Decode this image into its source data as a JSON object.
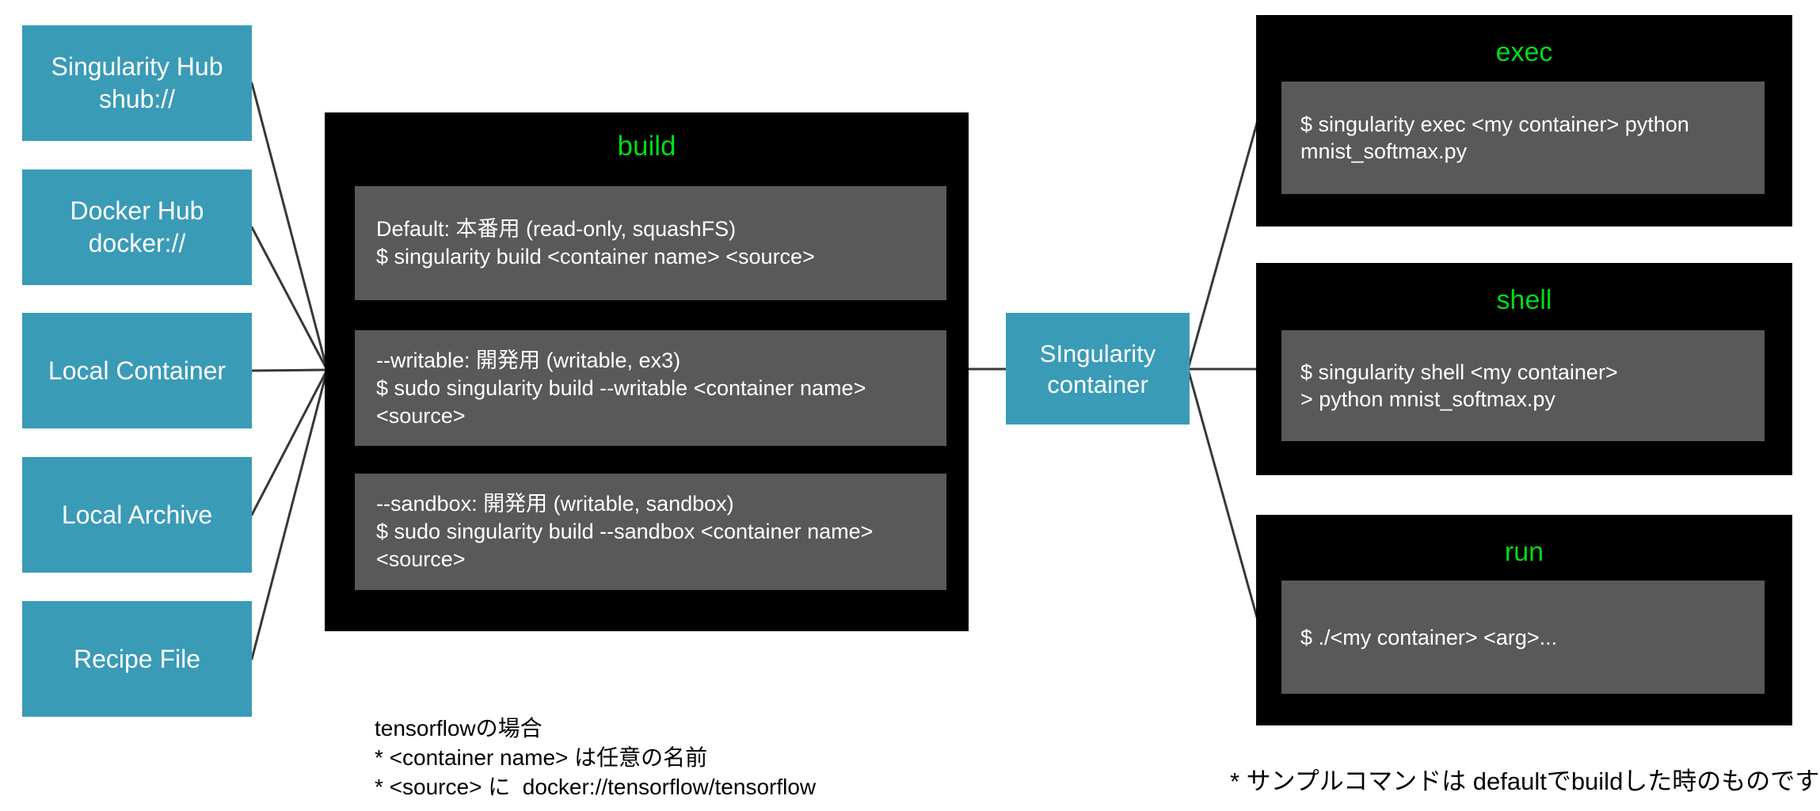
{
  "colors": {
    "background": "#ffffff",
    "node_teal": "#3A9BB7",
    "title_green": "#00DC18",
    "box_black": "#000000",
    "panel_gray": "#595959",
    "text_white": "#ffffff",
    "note_black": "#000000",
    "connector_line": "#383838"
  },
  "sources": [
    {
      "label": "Singularity Hub\nshub://"
    },
    {
      "label": "Docker Hub\ndocker://"
    },
    {
      "label": "Local Container"
    },
    {
      "label": "Local Archive"
    },
    {
      "label": "Recipe File"
    }
  ],
  "build": {
    "title": "build",
    "panels": [
      {
        "text": "Default: 本番用 (read-only, squashFS)\n$ singularity build <container name> <source>"
      },
      {
        "text": "--writable: 開発用 (writable, ex3)\n$ sudo singularity build --writable <container name>\n<source>"
      },
      {
        "text": "--sandbox: 開発用 (writable, sandbox)\n$ sudo singularity build --sandbox <container name>\n<source>"
      }
    ]
  },
  "container_node": {
    "label": "SIngularity\ncontainer"
  },
  "actions": [
    {
      "title": "exec",
      "command": "$ singularity exec <my container> python\nmnist_softmax.py"
    },
    {
      "title": "shell",
      "command": "$ singularity shell <my container>\n> python mnist_softmax.py"
    },
    {
      "title": "run",
      "command": "$ ./<my container> <arg>..."
    }
  ],
  "notes": {
    "build_note": "tensorflowの場合\n* <container name> は任意の名前\n* <source> に  docker://tensorflow/tensorflow",
    "sample_note": "* サンプルコマンドは defaultでbuildした時のものです"
  }
}
